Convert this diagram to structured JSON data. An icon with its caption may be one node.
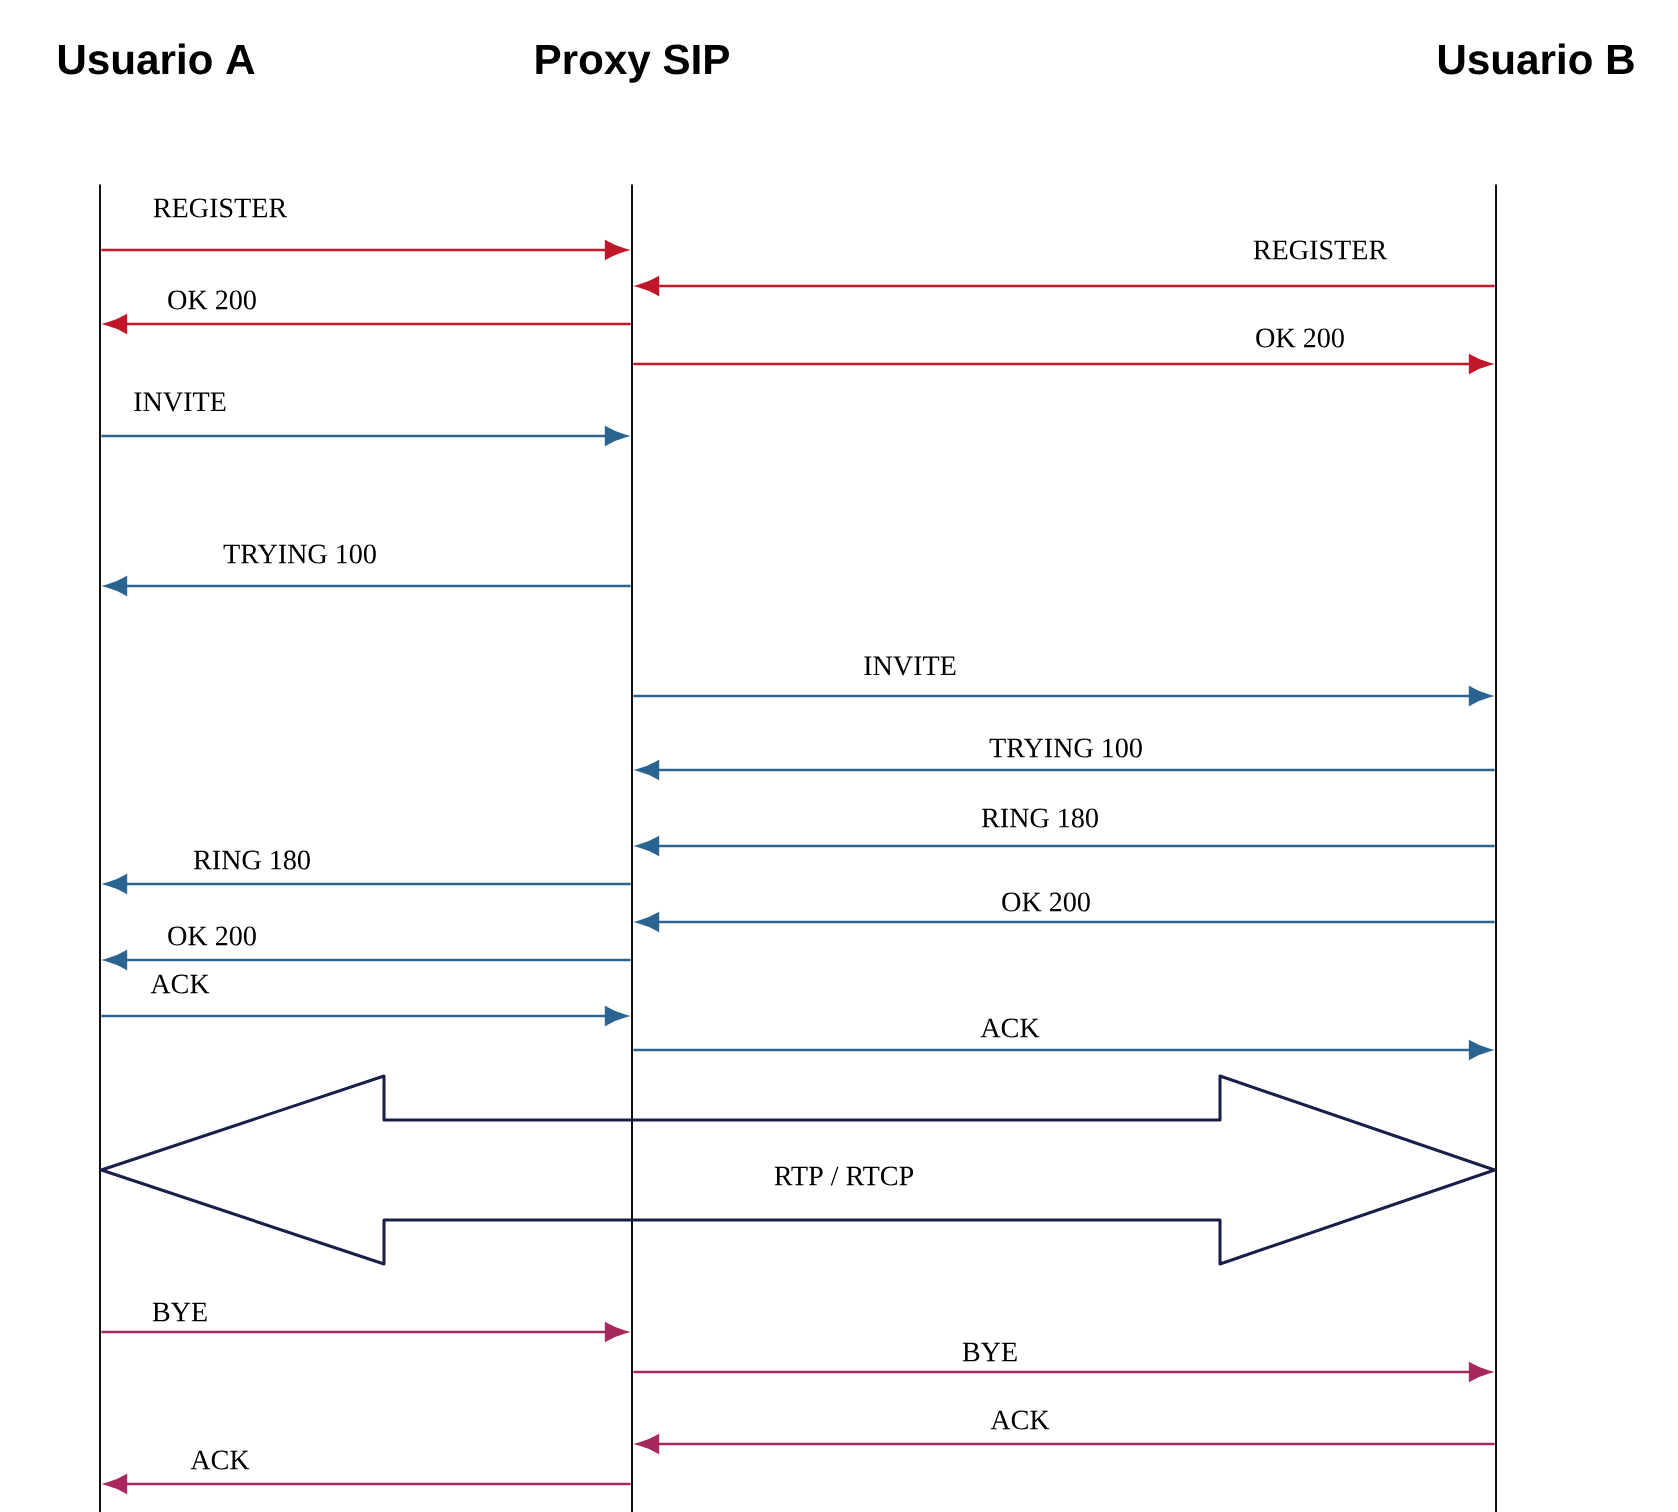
{
  "diagram": {
    "nodes": [
      {
        "text": [
          "Usuario A"
        ]
      },
      {
        "text": [
          "Proxy SIP"
        ]
      },
      {
        "text": [
          "Usuario B"
        ]
      },
      {
        "text": [],
        "shape": "line"
      },
      {
        "text": [],
        "shape": "line"
      },
      {
        "text": [],
        "shape": "line"
      }
    ],
    "edges": [
      {
        "from": 3,
        "to": 4,
        "arrow": "to",
        "label": "REGISTER",
        "color": "#c0172b"
      },
      {
        "from": 5,
        "to": 4,
        "arrow": "to",
        "label": "REGISTER",
        "color": "#c0172b"
      },
      {
        "from": 4,
        "to": 3,
        "arrow": "to",
        "label": "OK 200",
        "color": "#c0172b"
      },
      {
        "from": 4,
        "to": 5,
        "arrow": "to",
        "label": "OK 200",
        "color": "#c0172b"
      },
      {
        "from": 3,
        "to": 4,
        "arrow": "to",
        "label": "INVITE"
      },
      {
        "from": 4,
        "to": 3,
        "arrow": "to",
        "label": "TRYING 100"
      },
      {
        "from": 4,
        "to": 5,
        "arrow": "to",
        "label": "INVITE"
      },
      {
        "from": 5,
        "to": 4,
        "arrow": "to",
        "label": "TRYING 100"
      },
      {
        "from": 5,
        "to": 4,
        "arrow": "to",
        "label": "RING 180"
      },
      {
        "from": 4,
        "to": 3,
        "arrow": "to",
        "label": "RING 180"
      },
      {
        "from": 5,
        "to": 4,
        "arrow": "to",
        "label": "OK 200"
      },
      {
        "from": 4,
        "to": 3,
        "arrow": "to",
        "label": "OK 200"
      },
      {
        "from": 3,
        "to": 4,
        "arrow": "to",
        "label": "ACK"
      },
      {
        "from": 4,
        "to": 5,
        "arrow": "to",
        "label": "ACK"
      },
      {
        "from": 3,
        "to": 5,
        "arrow": "both",
        "label": "RTP / RTCP",
        "style": "thick",
        "color": "#1a1f4a"
      },
      {
        "from": 3,
        "to": 4,
        "arrow": "to",
        "label": "BYE",
        "color": "#a8285e"
      },
      {
        "from": 4,
        "to": 5,
        "arrow": "to",
        "label": "BYE",
        "color": "#a8285e"
      },
      {
        "from": 5,
        "to": 4,
        "arrow": "to",
        "label": "ACK",
        "color": "#a8285e"
      },
      {
        "from": 4,
        "to": 3,
        "arrow": "to",
        "label": "ACK",
        "color": "#a8285e"
      }
    ]
  }
}
